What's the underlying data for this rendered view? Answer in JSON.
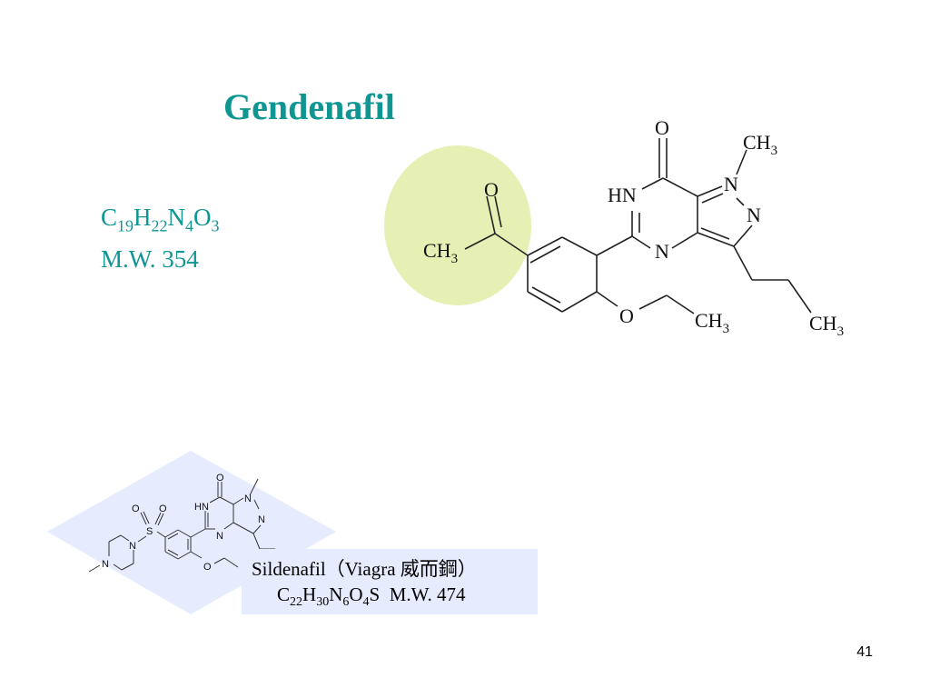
{
  "slide": {
    "title": "Gendenafil",
    "formula": {
      "C": "C",
      "c_n": "19",
      "H": "H",
      "h_n": "22",
      "N": "N",
      "n_n": "4",
      "O": "O",
      "o_n": "3"
    },
    "mw": "M.W. 354",
    "page_number": "41"
  },
  "gendenafil_structure": {
    "atoms": {
      "o_ketone": "O",
      "ch3_acetyl": "CH",
      "o_lactam": "O",
      "ch3_nmethyl": "CH",
      "hn": "HN",
      "n1": "N",
      "n2": "N",
      "n3": "N",
      "o_ether": "O",
      "ch3_ethoxy": "CH",
      "ch3_propyl": "CH"
    },
    "subscript": "3",
    "highlight_color": "#e6f0b4"
  },
  "sildenafil": {
    "atoms": {
      "o_lactam": "O",
      "hn": "HN",
      "n1": "N",
      "n2": "N",
      "n3": "N",
      "s": "S",
      "o1": "O",
      "o2": "O",
      "pip_n1": "N",
      "pip_n2": "N",
      "o_ether": "O"
    },
    "caption_name": "Sildenafil（Viagra 威而鋼）",
    "formula": {
      "C": "C",
      "c_n": "22",
      "H": "H",
      "h_n": "30",
      "N": "N",
      "n_n": "6",
      "O": "O",
      "o_n": "4",
      "S": "S"
    },
    "mw": "M.W. 474",
    "background_color": "#e6ebfd"
  }
}
